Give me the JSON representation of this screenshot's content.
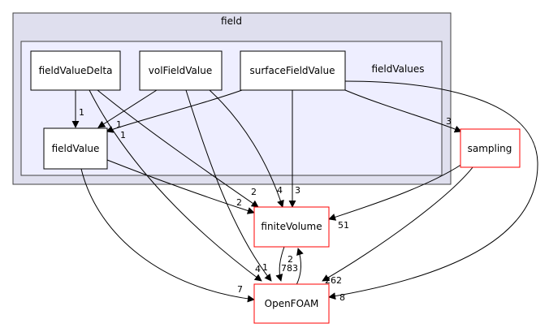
{
  "colors": {
    "outer_cluster_fill": "#dfdfee",
    "inner_cluster_fill": "#eeeeff",
    "cluster_border": "#404040",
    "external_node_border": "#ff0000",
    "node_border": "#000000",
    "edge": "#000000"
  },
  "clusters": {
    "outer": {
      "label": "field"
    },
    "inner": {
      "label": "fieldValues"
    }
  },
  "nodes": {
    "fieldValueDelta": "fieldValueDelta",
    "volFieldValue": "volFieldValue",
    "surfaceFieldValue": "surfaceFieldValue",
    "fieldValue": "fieldValue",
    "sampling": "sampling",
    "finiteVolume": "finiteVolume",
    "OpenFOAM": "OpenFOAM"
  },
  "edge_labels": {
    "delta_to_fieldValue": "1",
    "vol_to_fieldValue": "1",
    "surface_to_fieldValue": "1",
    "surface_to_sampling": "3",
    "fieldValue_to_finiteVolume": "2",
    "delta_to_finiteVolume": "2",
    "vol_to_finiteVolume": "4",
    "surface_to_finiteVolume": "3",
    "sampling_to_finiteVolume": "51",
    "delta_to_OpenFOAM": "4",
    "vol_to_OpenFOAM": "1",
    "fieldValue_to_OpenFOAM": "7",
    "finiteVolume_to_OpenFOAM": "783",
    "OpenFOAM_to_finiteVolume": "2",
    "sampling_to_OpenFOAM": "262",
    "surface_to_OpenFOAM": "8"
  }
}
